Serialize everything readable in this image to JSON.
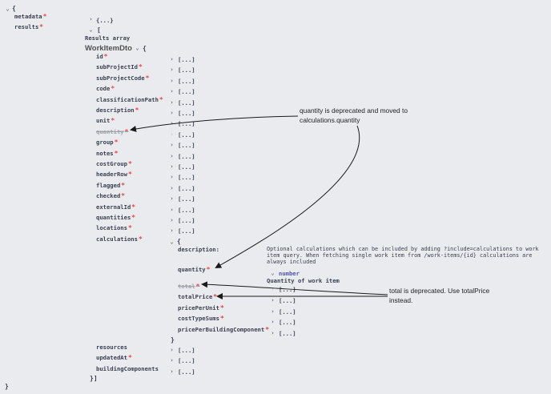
{
  "root": {
    "open_brace": "{",
    "close_brace": "}",
    "metadata_key": "metadata",
    "metadata_value": "{...}",
    "results_key": "results",
    "results_open": "[",
    "results_desc": "Results array",
    "results_close": "}]"
  },
  "model": {
    "title": "WorkItemDto",
    "open_brace": "{",
    "collapsed": "[...]",
    "properties": [
      {
        "name": "id",
        "required": true
      },
      {
        "name": "subProjectId",
        "required": true
      },
      {
        "name": "subProjectCode",
        "required": true
      },
      {
        "name": "code",
        "required": true
      },
      {
        "name": "classificationPath",
        "required": true
      },
      {
        "name": "description",
        "required": true
      },
      {
        "name": "unit",
        "required": true
      },
      {
        "name": "quantity",
        "required": true,
        "deprecated": true
      },
      {
        "name": "group",
        "required": true
      },
      {
        "name": "notes",
        "required": true
      },
      {
        "name": "costGroup",
        "required": true
      },
      {
        "name": "headerRow",
        "required": true
      },
      {
        "name": "flagged",
        "required": true
      },
      {
        "name": "checked",
        "required": true
      },
      {
        "name": "externalId",
        "required": true
      },
      {
        "name": "quantities",
        "required": true
      },
      {
        "name": "locations",
        "required": true
      },
      {
        "name": "calculations",
        "required": true
      }
    ],
    "after_properties": [
      {
        "name": "resources",
        "required": false
      },
      {
        "name": "updatedAt",
        "required": true
      },
      {
        "name": "buildingComponents",
        "required": false
      }
    ]
  },
  "calculations": {
    "open_brace": "{",
    "close_brace": "}",
    "description_key": "description:",
    "description_text_1": "Optional calculations which can be included by adding ?include=calculations to work",
    "description_text_2": "item query. When fetching single work item from /work-items/{id} calculations are",
    "description_text_3": "always included",
    "quantity_key": "quantity",
    "quantity_type": "number",
    "quantity_desc": "Quantity of work item",
    "total_key": "total",
    "totalPrice_key": "totalPrice",
    "pricePerUnit_key": "pricePerUnit",
    "costTypeSums_key": "costTypeSums",
    "pricePerBuildingComponent_key": "pricePerBuildingComponent",
    "collapsed": "[...]"
  },
  "annotations": {
    "quantity_note_1": "quantity is deprecated and moved to",
    "quantity_note_2": "calculations.quantity",
    "total_note_1": "total is deprecated. Use totalPrice",
    "total_note_2": "instead."
  },
  "colors": {
    "background": "#e9ebee",
    "text": "#3b4151",
    "required_star": "#f93e3e",
    "deprecated": "#a0a3ab",
    "arrow": "#1a1a1a"
  }
}
